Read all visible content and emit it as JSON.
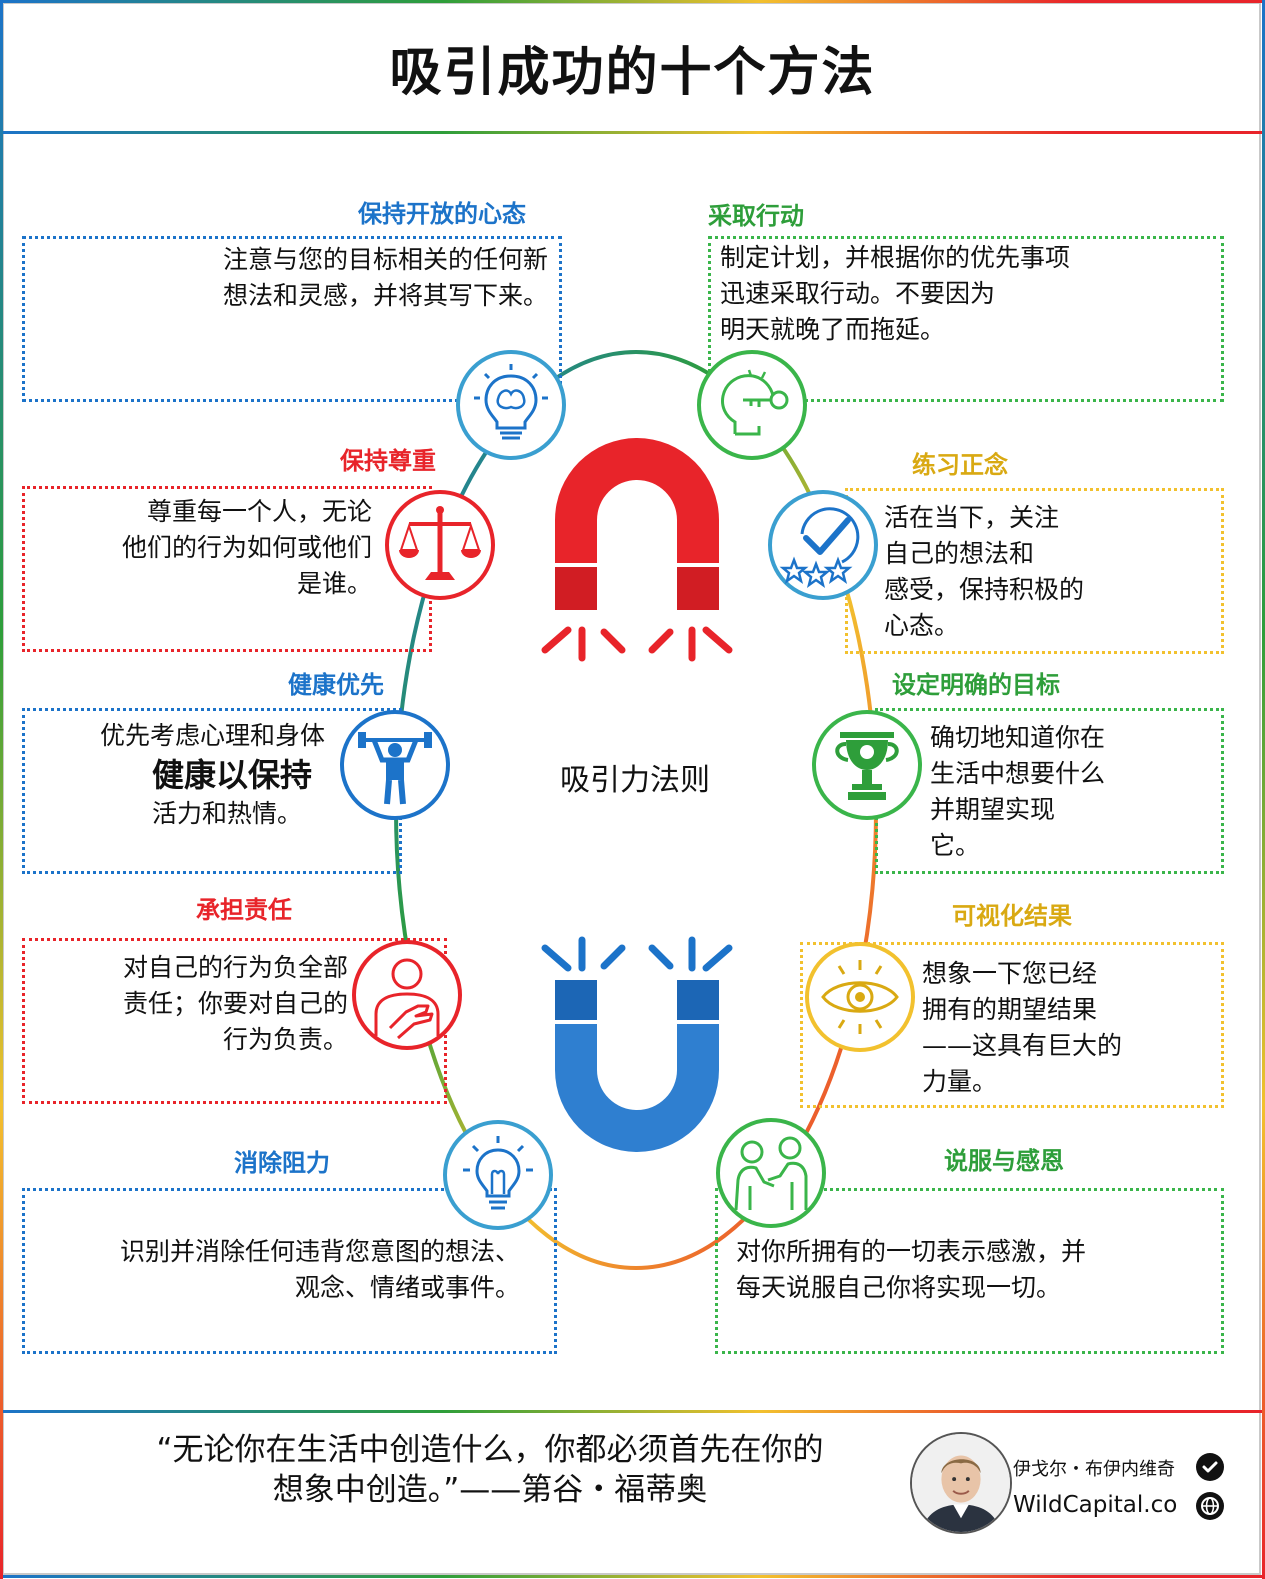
{
  "title": "吸引成功的十个方法",
  "center_label": "吸引力法则",
  "colors": {
    "blue": "#1c73c9",
    "green": "#2e9e3a",
    "yellow": "#d9a912",
    "red": "#e8242a"
  },
  "items": [
    {
      "heading": "保持开放的心态",
      "lines": [
        "注意与您的目标相关的任何新",
        "想法和灵感，并将其写下来。"
      ],
      "icon": "brain-bulb-icon"
    },
    {
      "heading": "采取行动",
      "lines": [
        "制定计划，并根据你的优先事项",
        "迅速采取行动。不要因为",
        "明天就晚了而拖延。"
      ],
      "icon": "head-key-icon"
    },
    {
      "heading": "保持尊重",
      "lines": [
        "尊重每一个人，无论",
        "他们的行为如何或他们",
        "是谁。"
      ],
      "icon": "scales-icon"
    },
    {
      "heading": "练习正念",
      "lines": [
        "活在当下，关注",
        "自己的想法和",
        "感受，保持积极的",
        "心态。"
      ],
      "icon": "check-stars-icon"
    },
    {
      "heading": "健康优先",
      "lines": [
        "优先考虑心理和身体",
        "健康以保持",
        "活力和热情。"
      ],
      "icon": "weightlifter-icon"
    },
    {
      "heading": "设定明确的目标",
      "lines": [
        "确切地知道你在",
        "生活中想要什么",
        "并期望实现",
        "它。"
      ],
      "icon": "trophy-icon"
    },
    {
      "heading": "承担责任",
      "lines": [
        "对自己的行为负全部",
        "责任；你要对自己的",
        "行为负责。"
      ],
      "icon": "hand-on-heart-icon"
    },
    {
      "heading": "可视化结果",
      "lines": [
        "想象一下您已经",
        "拥有的期望结果",
        "——这具有巨大的",
        "力量。"
      ],
      "icon": "eye-icon"
    },
    {
      "heading": "消除阻力",
      "lines": [
        "识别并消除任何违背您意图的想法、",
        "观念、情绪或事件。"
      ],
      "icon": "lightbulb-icon"
    },
    {
      "heading": "说服与感恩",
      "lines": [
        "对你所拥有的一切表示感激，并",
        "每天说服自己你将实现一切。"
      ],
      "icon": "people-talking-icon"
    }
  ],
  "quote": {
    "line1": "“无论你在生活中创造什么，你都必须首先在你的",
    "line2": "想象中创造。”——第谷・福蒂奥"
  },
  "author": {
    "name": "伊戈尔・布伊内维奇",
    "site": "WildCapital.co"
  }
}
